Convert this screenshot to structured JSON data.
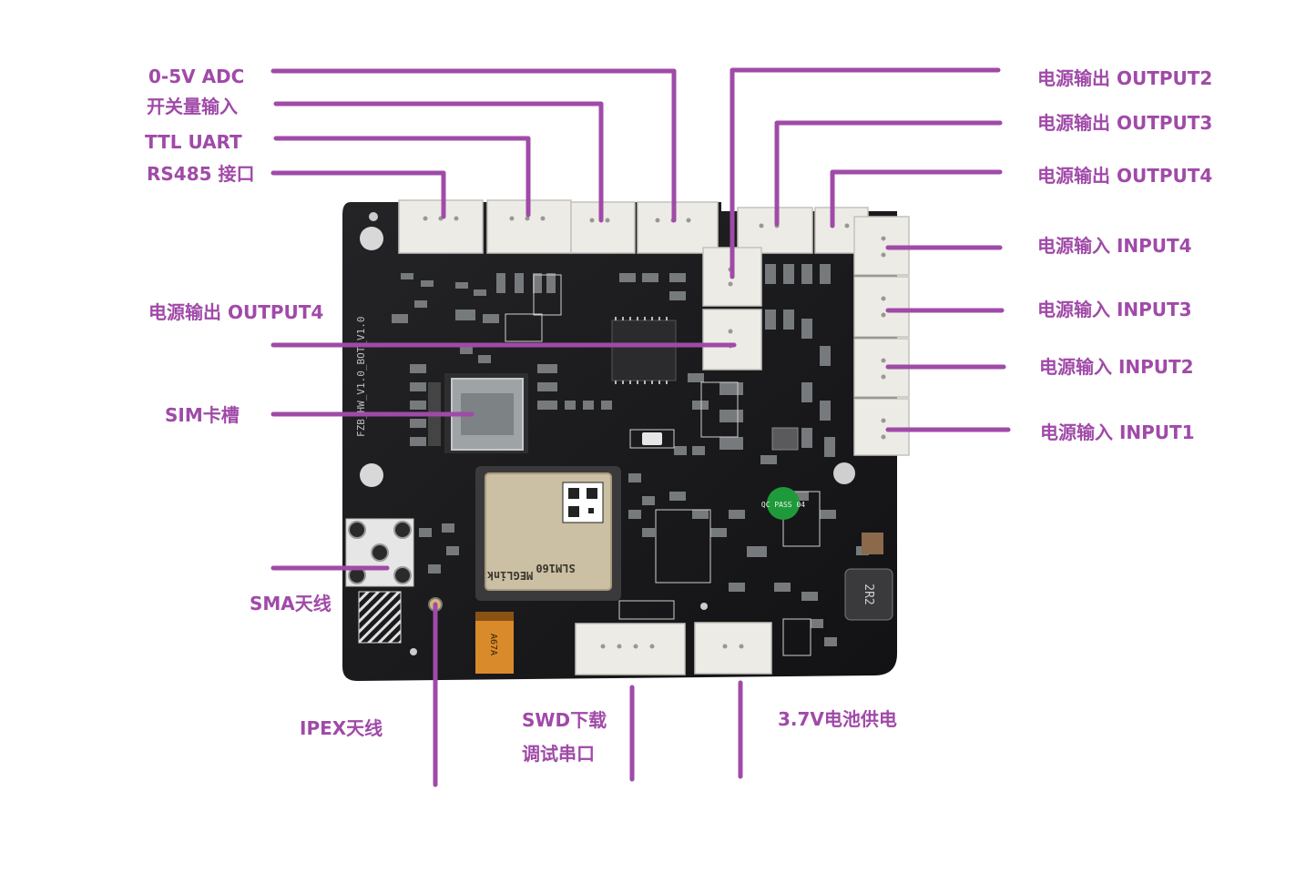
{
  "diagram": {
    "labels": {
      "adc": "0-5V ADC",
      "switch_input": "开关量输入",
      "ttl_uart": "TTL UART",
      "rs485": "RS485 接口",
      "output4_left": "电源输出 OUTPUT4",
      "sim_slot": "SIM卡槽",
      "sma_antenna": "SMA天线",
      "ipex_antenna": "IPEX天线",
      "swd_download": "SWD下载",
      "debug_serial": "调试串口",
      "battery": "3.7V电池供电",
      "output2": "电源输出 OUTPUT2",
      "output3": "电源输出 OUTPUT3",
      "output4_right": "电源输出 OUTPUT4",
      "input4": "电源输入 INPUT4",
      "input3": "电源输入 INPUT3",
      "input2": "电源输入 INPUT2",
      "input1": "电源输入 INPUT1"
    },
    "board": {
      "silkscreen_name": "FZB_HW_V1.0_BOT_V1.0",
      "module_name": "SLM160",
      "module_brand": "MEGLink",
      "qc_badge": "QC PASS 04",
      "capacitor_mark": "A67A",
      "inductor_mark": "2R2"
    },
    "colors": {
      "accent": "#a04aa8",
      "board": "#1b1b1d",
      "connector": "#ecebe6",
      "module": "#cbbfa4",
      "sim_slot": "#9ea3a6",
      "qc_badge": "#1f9a3b",
      "capacitor": "#d98a2b"
    }
  }
}
